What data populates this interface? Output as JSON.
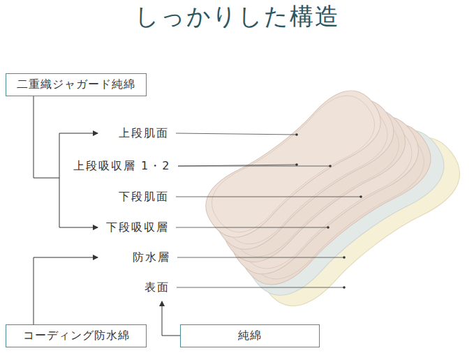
{
  "diagram": {
    "title": "しっかりした構造",
    "nodes": [
      {
        "text": [
          "二重織ジャガード純綿"
        ]
      },
      {
        "text": [
          "コーディング防水綿"
        ]
      },
      {
        "text": [
          "純綿"
        ]
      }
    ],
    "labels": [
      "上段肌面",
      "上段吸収層 1・2",
      "下段肌面",
      "下段吸収層",
      "防水層",
      "表面"
    ]
  }
}
